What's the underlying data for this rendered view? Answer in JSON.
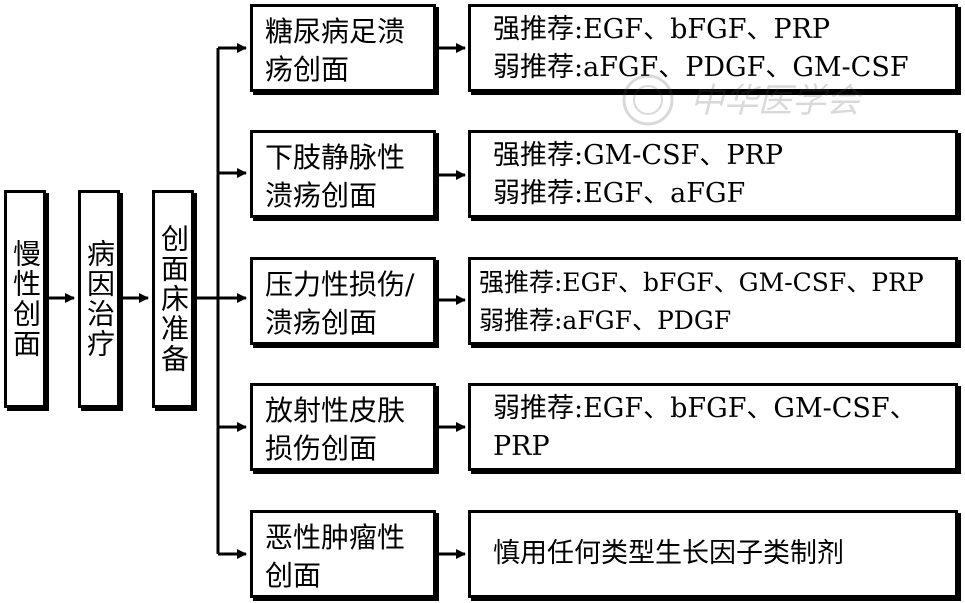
{
  "stages": [
    {
      "label": "慢性创面"
    },
    {
      "label": "病因治疗"
    },
    {
      "label": "创面床准备"
    }
  ],
  "branches": [
    {
      "category": "糖尿病足溃疡创面",
      "lines": [
        "强推荐:EGF、bFGF、PRP",
        "弱推荐:aFGF、PDGF、GM-CSF"
      ]
    },
    {
      "category": "下肢静脉性溃疡创面",
      "lines": [
        "强推荐:GM-CSF、PRP",
        "弱推荐:EGF、aFGF"
      ]
    },
    {
      "category": "压力性损伤/溃疡创面",
      "lines": [
        "强推荐:EGF、bFGF、GM-CSF、PRP",
        "弱推荐:aFGF、PDGF"
      ]
    },
    {
      "category": "放射性皮肤损伤创面",
      "lines": [
        "弱推荐:EGF、bFGF、GM-CSF、",
        "PRP"
      ]
    },
    {
      "category": "恶性肿瘤性创面",
      "lines": [
        "慎用任何类型生长因子类制剂"
      ]
    }
  ],
  "watermark": "中华医学会"
}
